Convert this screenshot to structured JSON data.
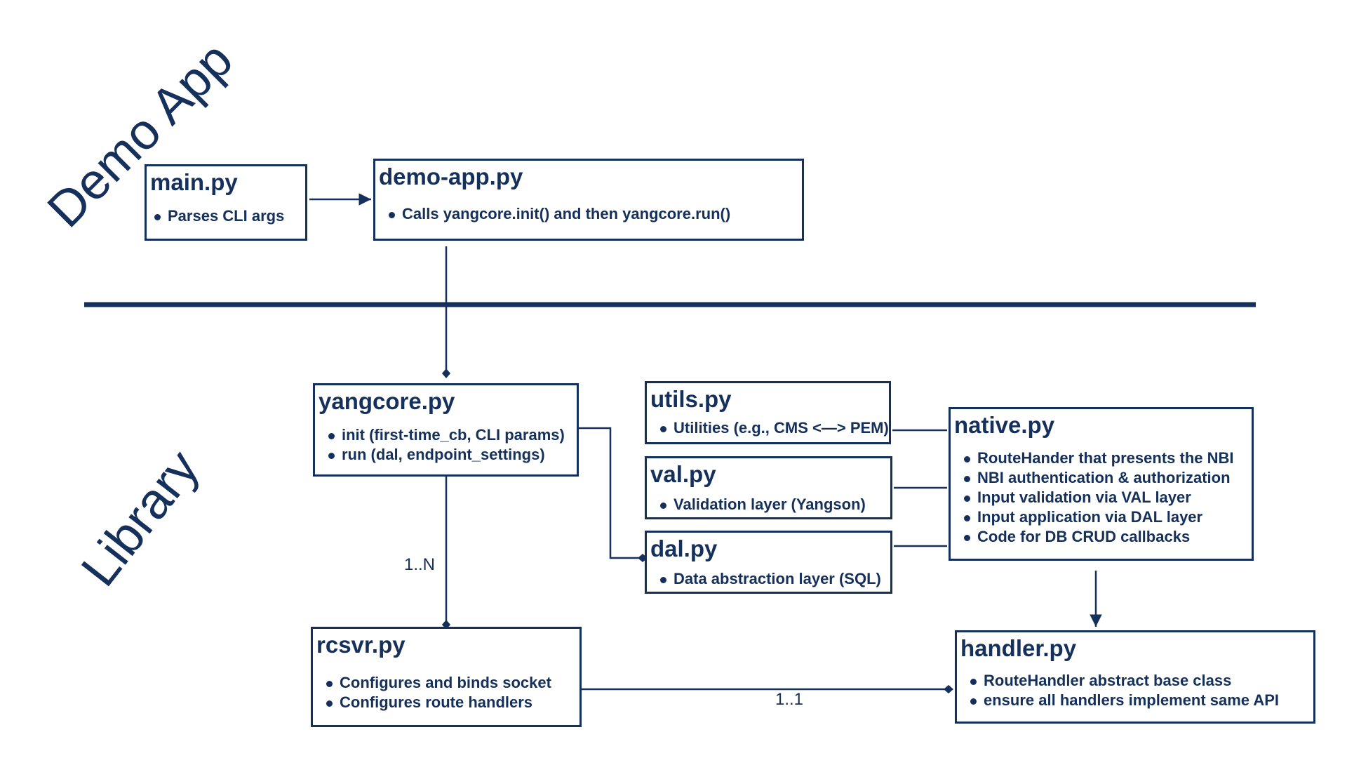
{
  "sections": {
    "demo_app": "Demo App",
    "library": "Library"
  },
  "colors": {
    "ink": "#15305a",
    "background": "#ffffff"
  },
  "boxes": {
    "main": {
      "title": "main.py",
      "bullets": [
        "Parses CLI args"
      ]
    },
    "demo_app": {
      "title": "demo-app.py",
      "bullets": [
        "Calls yangcore.init() and then yangcore.run()"
      ]
    },
    "yangcore": {
      "title": "yangcore.py",
      "bullets": [
        "init (first-time_cb, CLI params)",
        "run (dal, endpoint_settings)"
      ]
    },
    "utils": {
      "title": "utils.py",
      "bullets": [
        "Utilities (e.g., CMS <—> PEM)"
      ]
    },
    "val": {
      "title": "val.py",
      "bullets": [
        "Validation layer (Yangson)"
      ]
    },
    "dal": {
      "title": "dal.py",
      "bullets": [
        "Data abstraction layer (SQL)"
      ]
    },
    "native": {
      "title": "native.py",
      "bullets": [
        "RouteHander that presents the NBI",
        "NBI authentication & authorization",
        "Input validation via VAL layer",
        "Input application via DAL layer",
        "Code for DB CRUD callbacks"
      ]
    },
    "rcsvr": {
      "title": "rcsvr.py",
      "bullets": [
        "Configures and binds socket",
        "Configures route handlers"
      ]
    },
    "handler": {
      "title": "handler.py",
      "bullets": [
        "RouteHandler abstract base class",
        "ensure all handlers implement same API"
      ]
    }
  },
  "multiplicities": {
    "yangcore_rcsvr": "1..N",
    "rcsvr_handler": "1..1"
  }
}
